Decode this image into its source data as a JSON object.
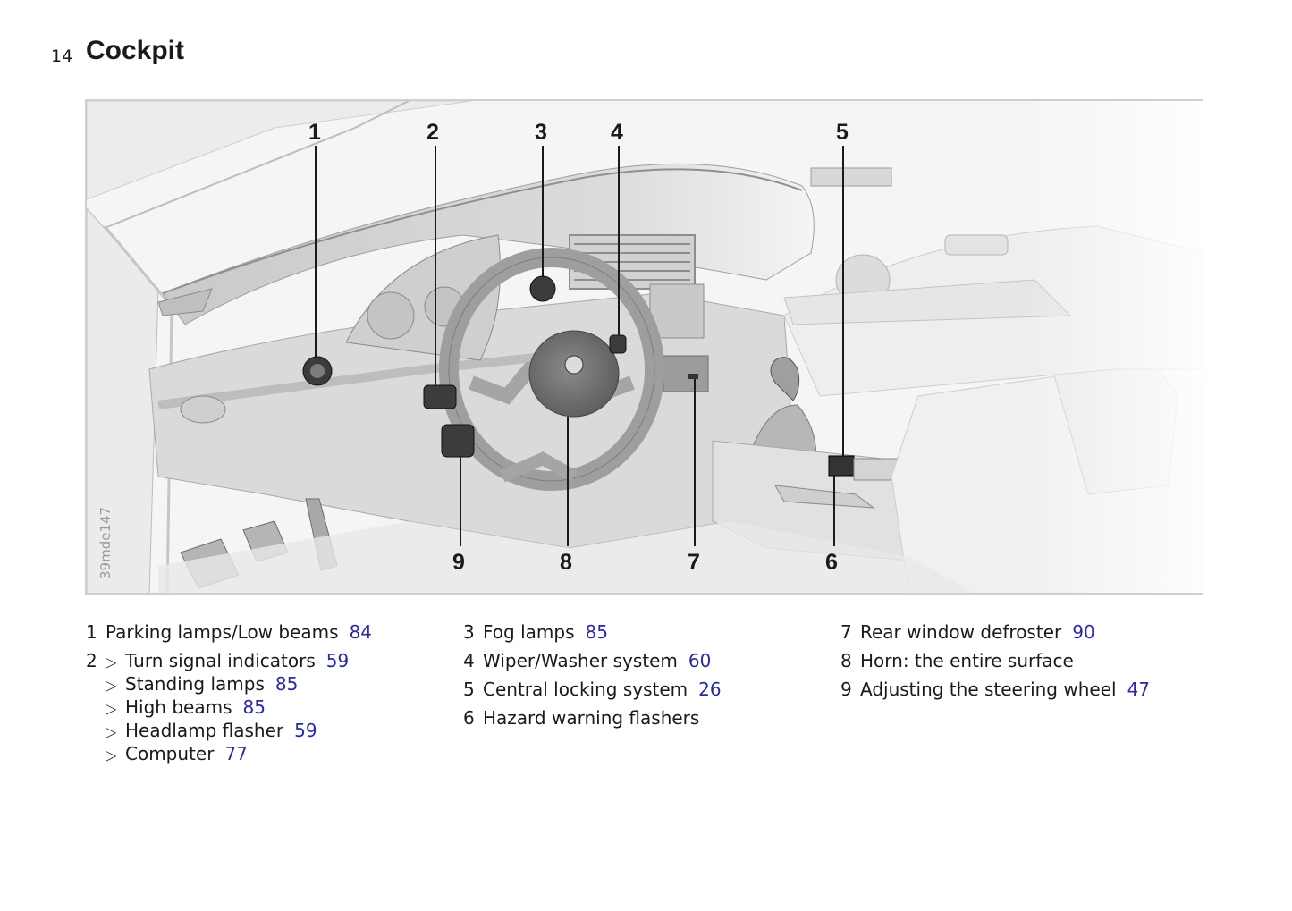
{
  "page": {
    "number": "14",
    "title": "Cockpit"
  },
  "figure": {
    "id": "39mde147",
    "callouts": [
      "1",
      "2",
      "3",
      "4",
      "5",
      "6",
      "7",
      "8",
      "9"
    ]
  },
  "legend": {
    "col1": {
      "item1": {
        "num": "1",
        "label": "Parking lamps/Low beams",
        "page": "84"
      },
      "item2": {
        "num": "2",
        "subs": [
          {
            "label": "Turn signal indicators",
            "page": "59"
          },
          {
            "label": "Standing lamps",
            "page": "85"
          },
          {
            "label": "High beams",
            "page": "85"
          },
          {
            "label": "Headlamp flasher",
            "page": "59"
          },
          {
            "label": "Computer",
            "page": "77"
          }
        ]
      }
    },
    "col2": [
      {
        "num": "3",
        "label": "Fog lamps",
        "page": "85"
      },
      {
        "num": "4",
        "label": "Wiper/Washer system",
        "page": "60"
      },
      {
        "num": "5",
        "label": "Central locking system",
        "page": "26"
      },
      {
        "num": "6",
        "label": "Hazard warning flashers",
        "page": ""
      }
    ],
    "col3": [
      {
        "num": "7",
        "label": "Rear window defroster",
        "page": "90"
      },
      {
        "num": "8",
        "label": "Horn: the entire surface",
        "page": ""
      },
      {
        "num": "9",
        "label": "Adjusting the steering wheel",
        "page": "47"
      }
    ]
  },
  "glyphs": {
    "sub_marker": "▷"
  }
}
